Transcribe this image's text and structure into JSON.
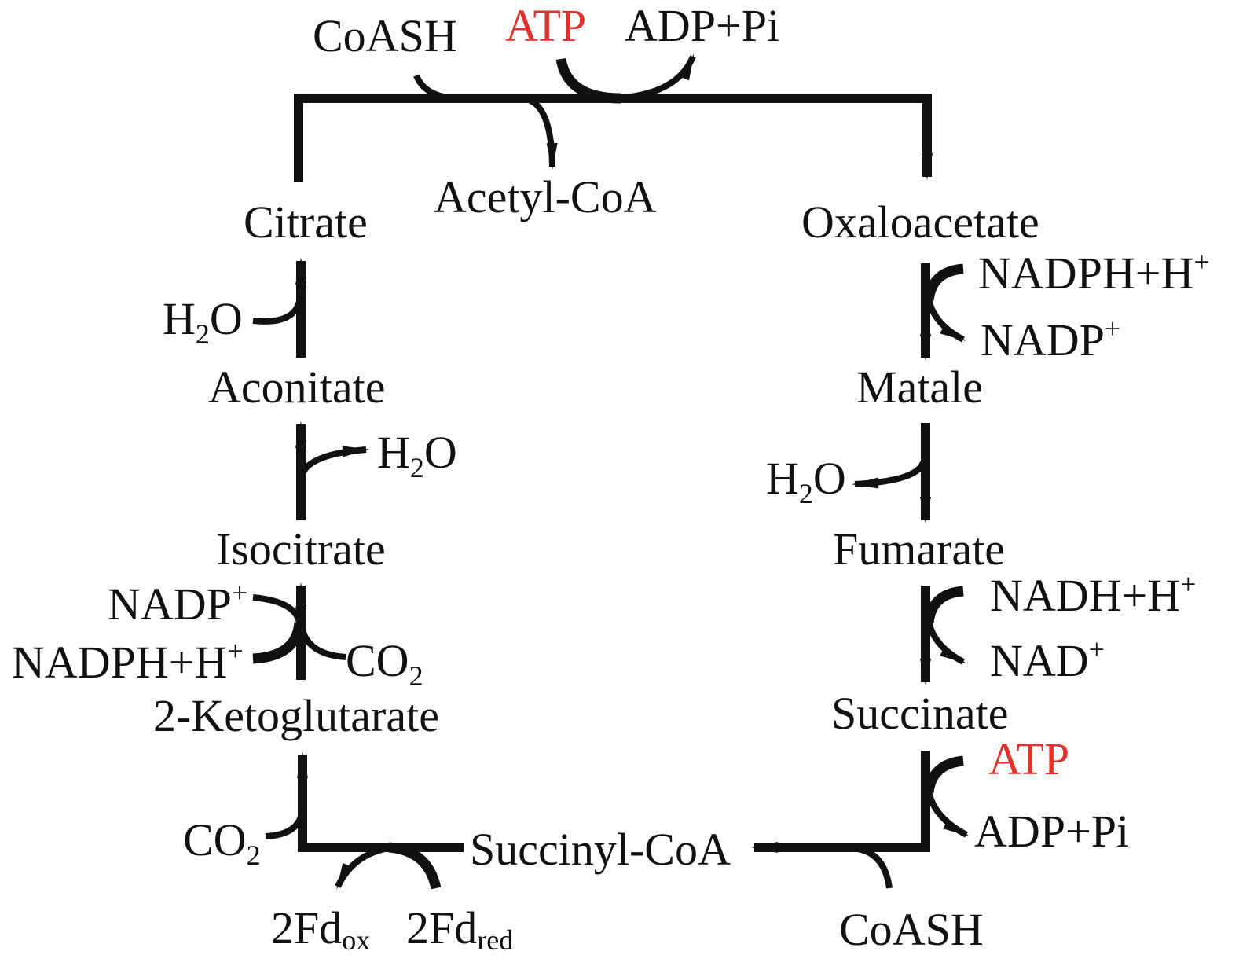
{
  "title": "Reductive TCA cycle",
  "colors": {
    "cofactor_highlight": "#e0312b",
    "default": "#111111"
  },
  "top": {
    "coash": "CoASH",
    "atp": "ATP",
    "adp_pi": "ADP+Pi",
    "acetyl_coa": "Acetyl-CoA"
  },
  "metabolites": {
    "citrate": "Citrate",
    "oxaloacetate": "Oxaloacetate",
    "matale": "Matale",
    "fumarate": "Fumarate",
    "succinate": "Succinate",
    "succinyl_coa": "Succinyl-CoA",
    "ketoglutarate": "2-Ketoglutarate",
    "isocitrate": "Isocitrate",
    "aconitate": "Aconitate"
  },
  "cofactors": {
    "nadph_h": {
      "main": "NADPH+H",
      "sup": "+"
    },
    "nadp": {
      "main": "NADP",
      "sup": "+"
    },
    "nadh_h": {
      "main": "NADH+H",
      "sup": "+"
    },
    "nad": {
      "main": "NAD",
      "sup": "+"
    },
    "h2o": {
      "main": "H",
      "sub": "2",
      "tail": "O"
    },
    "co2": {
      "main": "CO",
      "sub": "2"
    },
    "atp": "ATP",
    "adp_pi": "ADP+Pi",
    "coash": "CoASH",
    "fd_ox": {
      "main": "2Fd",
      "sub": "ox"
    },
    "fd_red": {
      "main": "2Fd",
      "sub": "red"
    }
  }
}
